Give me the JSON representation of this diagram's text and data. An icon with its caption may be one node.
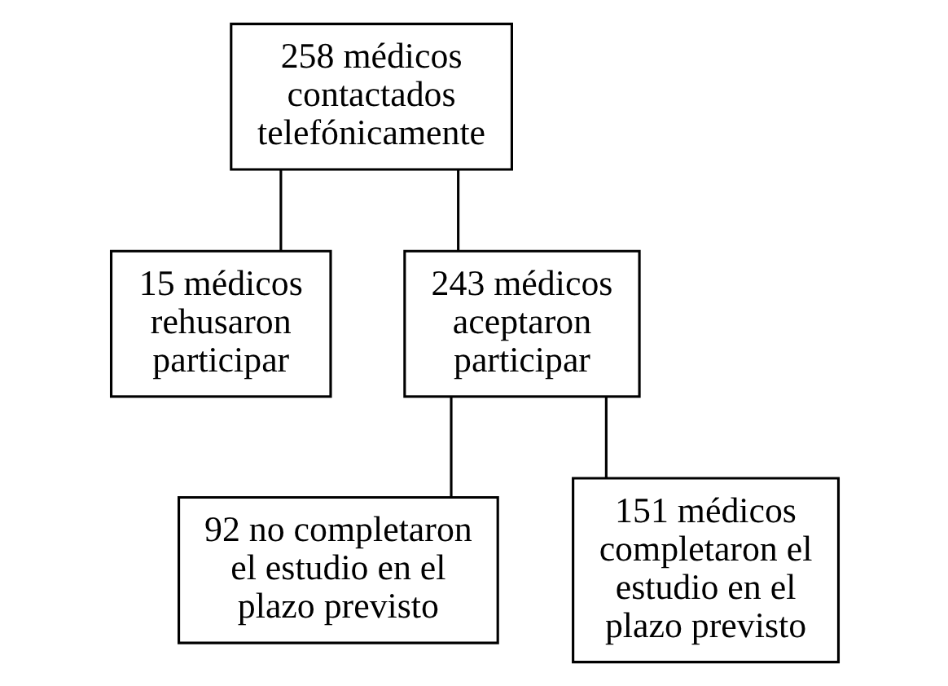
{
  "diagram": {
    "nodes": [
      {
        "text": [
          "258 médicos contactados telefónicamente"
        ]
      },
      {
        "text": [
          "15 médicos rehusaron participar"
        ]
      },
      {
        "text": [
          "243 médicos aceptaron participar"
        ]
      },
      {
        "text": [
          "92 no completaron el estudio en el plazo previsto"
        ]
      },
      {
        "text": [
          "151 médicos completaron el estudio en el plazo previsto"
        ]
      }
    ],
    "edges": [
      {
        "from": 0,
        "to": 1,
        "arrow": "none"
      },
      {
        "from": 0,
        "to": 2,
        "arrow": "none"
      },
      {
        "from": 2,
        "to": 3,
        "arrow": "none"
      },
      {
        "from": 2,
        "to": 4,
        "arrow": "none"
      }
    ]
  }
}
